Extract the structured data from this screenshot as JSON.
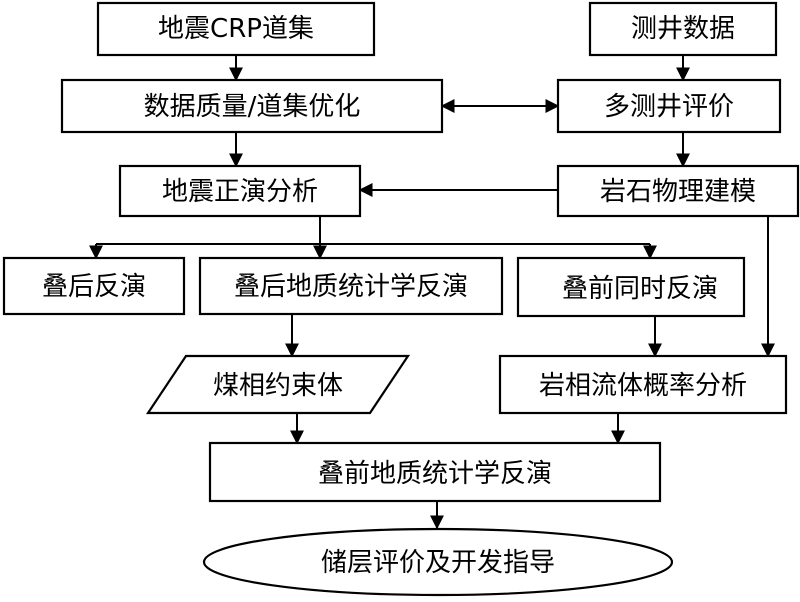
{
  "nodes": {
    "seismic_crp": "地震CRP道集",
    "well_data": "测井数据",
    "data_quality": "数据质量/道集优化",
    "multi_well": "多测井评价",
    "forward_model": "地震正演分析",
    "rock_physics": "岩石物理建模",
    "poststack_inv": "叠后反演",
    "poststack_geostat": "叠后地质统计学反演",
    "prestack_simul": "叠前同时反演",
    "coal_constraint": "煤相约束体",
    "facies_prob": "岩相流体概率分析",
    "prestack_geostat": "叠前地质统计学反演",
    "reservoir_eval": "储层评价及开发指导"
  }
}
